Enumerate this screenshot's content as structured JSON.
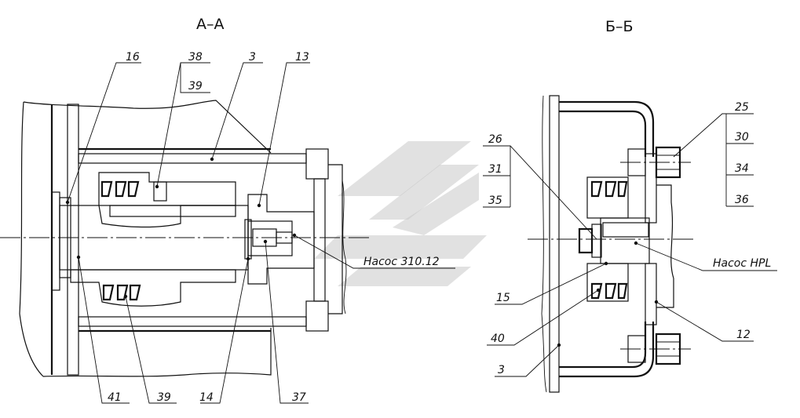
{
  "titles": {
    "section_aa": "А–А",
    "section_bb": "Б–Б"
  },
  "section_aa_labels": {
    "l16": "16",
    "l38": "38",
    "l39_top": "39",
    "l3": "3",
    "l13": "13",
    "l41": "41",
    "l39_bottom": "39",
    "l14": "14",
    "l37": "37",
    "pump": "Насос 310.12"
  },
  "section_bb_labels": {
    "l25": "25",
    "l30": "30",
    "l34": "34",
    "l36": "36",
    "l26": "26",
    "l31": "31",
    "l35": "35",
    "l15": "15",
    "l40": "40",
    "l3": "3",
    "l12": "12",
    "pump": "Насос HPL"
  },
  "colors": {
    "line": "#111111",
    "watermark": "#c9c9c9",
    "background": "#ffffff"
  }
}
